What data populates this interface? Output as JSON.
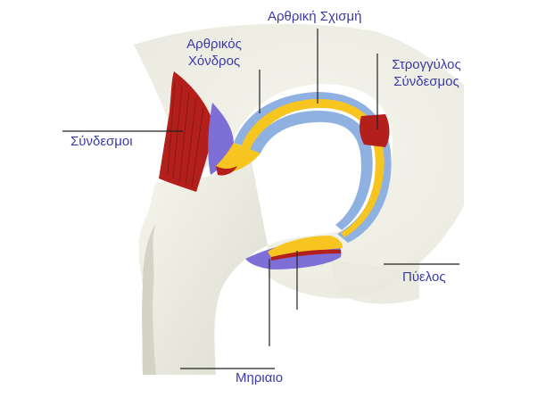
{
  "labels": {
    "joint_cavity": "Αρθρική Σχισμή",
    "cartilage_line1": "Αρθρικός",
    "cartilage_line2": "Χόνδρος",
    "round_ligament_line1": "Στρογγύλος",
    "round_ligament_line2": "Σύνδεσμος",
    "ligaments": "Σύνδεσμοι",
    "pelvis": "Πύελος",
    "femur": "Μηριαιο"
  },
  "colors": {
    "label_text": "#3a3aa8",
    "leader_line": "#222222",
    "bone_fill": "#efefe5",
    "bone_shadow": "#d9d9cc",
    "cartilage_blue": "#8fb1e2",
    "synovial_yellow": "#f7c520",
    "ligament_red": "#b3201c",
    "ligament_purple": "#7d6fd6"
  }
}
